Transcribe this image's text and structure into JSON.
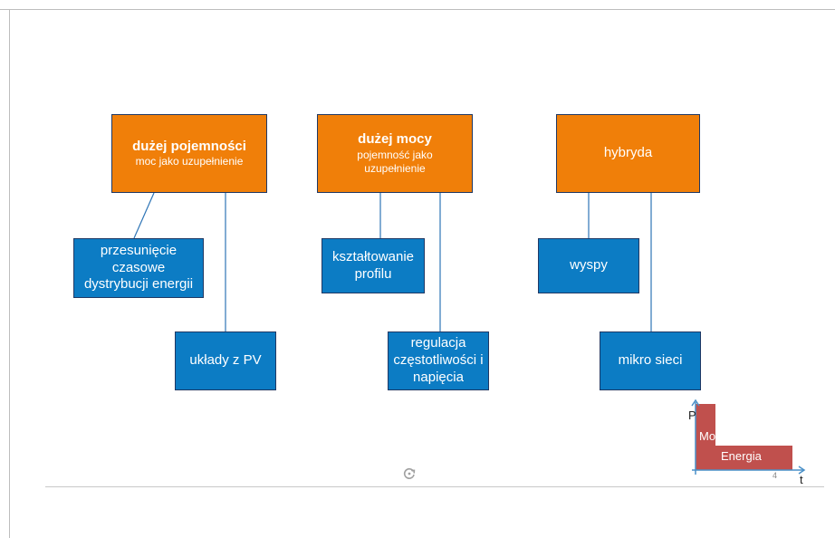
{
  "diagram": {
    "groups": [
      {
        "category_bold": "dużej pojemności",
        "category_sub": "moc jako uzupełnienie",
        "applications": [
          "przesunięcie czasowe dystrybucji energii",
          "układy z PV"
        ]
      },
      {
        "category_bold": "dużej mocy",
        "category_sub": "pojemność jako uzupełnienie",
        "applications": [
          "kształtowanie profilu",
          "regulacja częstotliwości i napięcia"
        ]
      },
      {
        "category_bold": "",
        "category_sub": "hybryda",
        "applications": [
          "wyspy",
          "mikro sieci"
        ]
      }
    ],
    "inset": {
      "y_axis": "P",
      "x_axis": "t",
      "moc": "Moc",
      "energia": "Energia",
      "tick": "4"
    }
  },
  "colors": {
    "category": "#f07f09",
    "application": "#0c7cc4",
    "connector": "#2e75b6",
    "inset_fill": "#c0504d"
  },
  "icons": [
    "rotate-handle-icon"
  ]
}
